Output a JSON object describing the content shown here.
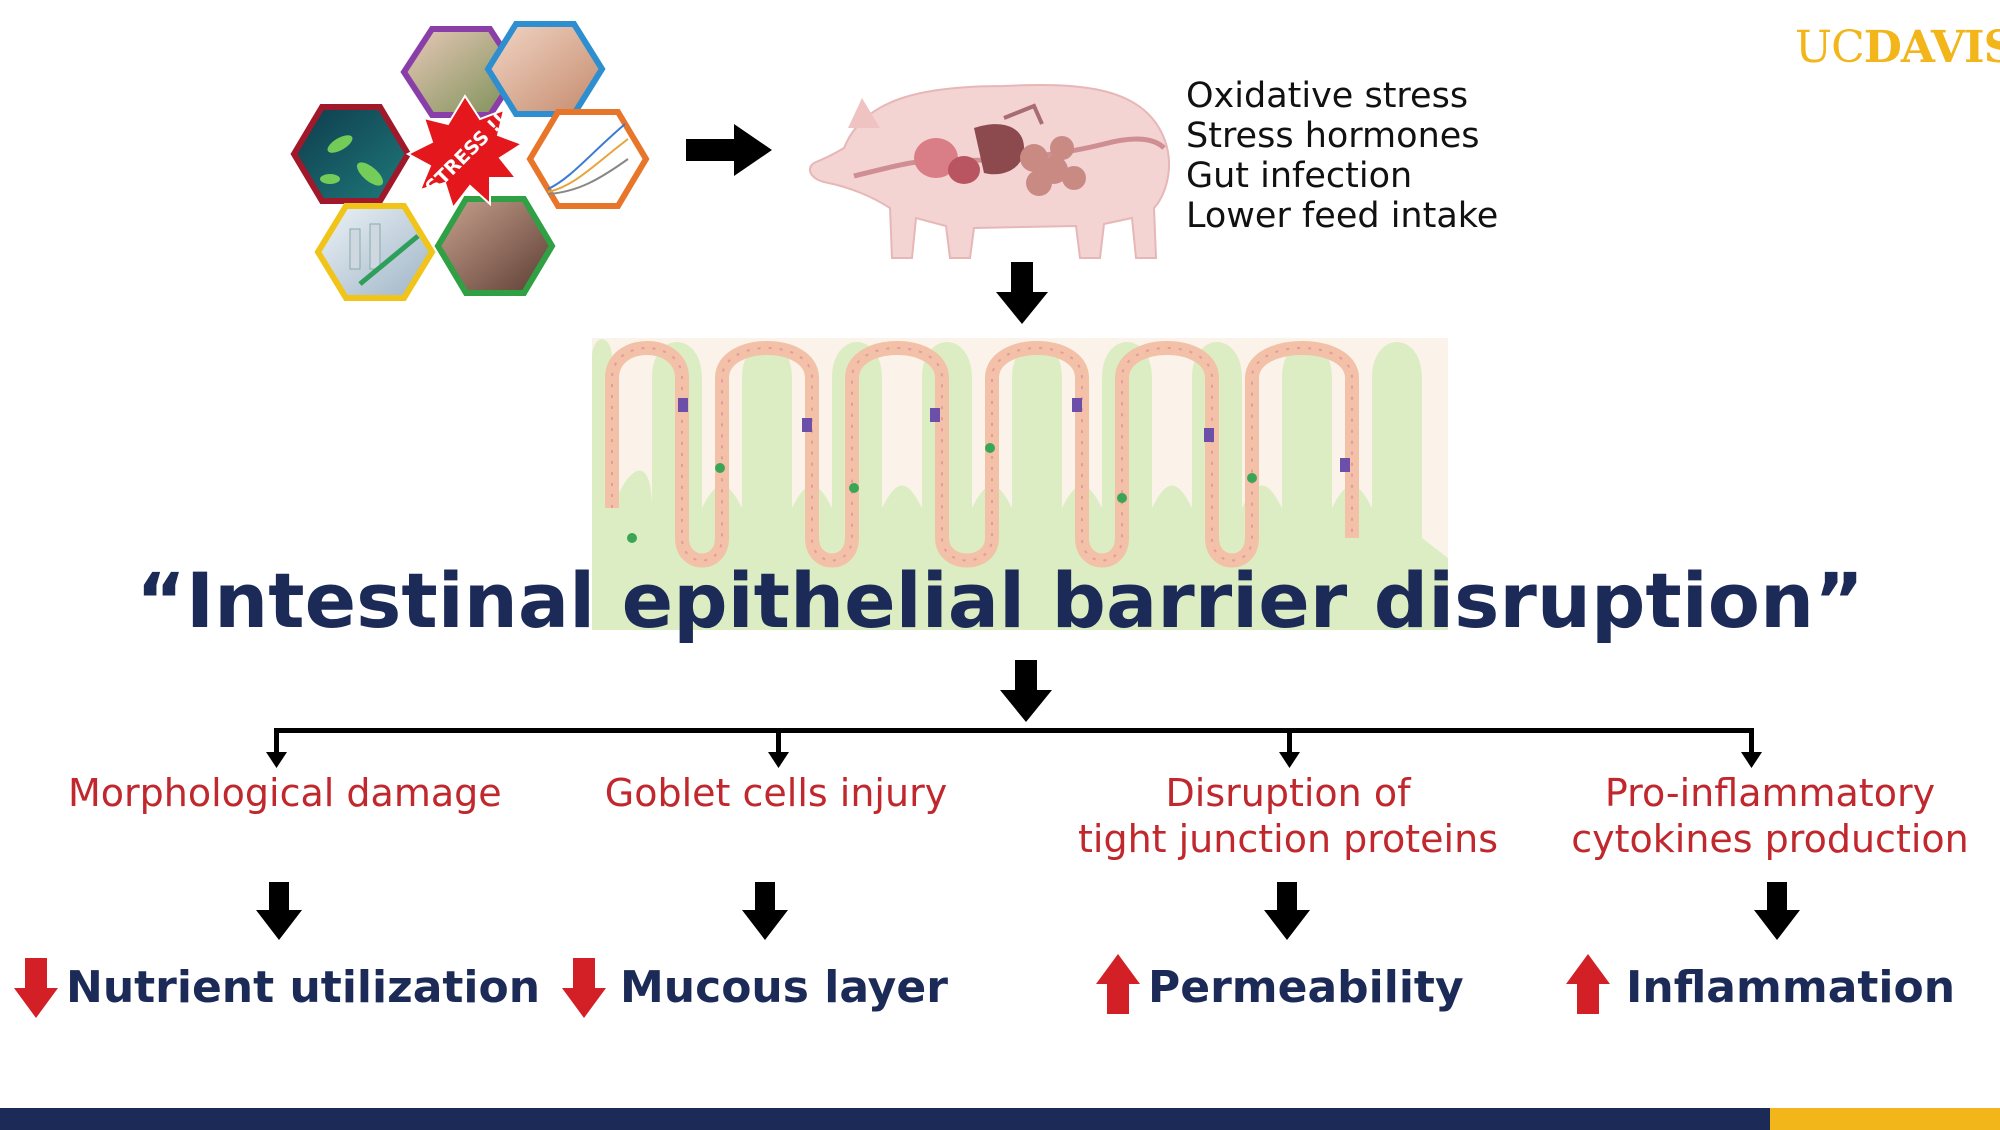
{
  "logo": {
    "uc": "UC",
    "davis": "DAVIS"
  },
  "stress_label": "STRESS !!",
  "stressors": [
    "Oxidative stress",
    "Stress hormones",
    "Gut infection",
    "Lower feed intake"
  ],
  "title": "“Intestinal epithelial barrier disruption”",
  "categories": [
    {
      "lines": [
        "Morphological damage"
      ],
      "outcome": "Nutrient utilization",
      "direction": "down"
    },
    {
      "lines": [
        "Goblet cells injury"
      ],
      "outcome": "Mucous layer",
      "direction": "down"
    },
    {
      "lines": [
        "Disruption of",
        "tight junction proteins"
      ],
      "outcome": "Permeability",
      "direction": "up"
    },
    {
      "lines": [
        "Pro-inflammatory",
        "cytokines production"
      ],
      "outcome": "Inflammation",
      "direction": "up"
    }
  ],
  "colors": {
    "navy": "#1c2a57",
    "gold": "#f2b51a",
    "red": "#c0282d",
    "arrow_red": "#d32027"
  }
}
